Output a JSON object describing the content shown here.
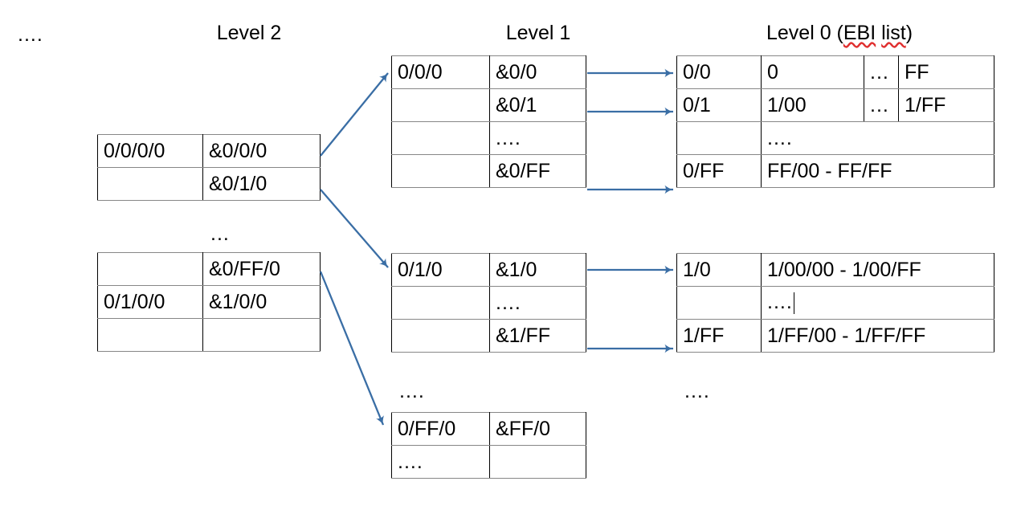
{
  "headings": {
    "left_ellipsis": "....",
    "level2": "Level 2",
    "level1": "Level 1",
    "level0": "Level 0 (EBI list)",
    "level0_prefix": "Level 0 (",
    "level0_spell1": "EBI",
    "level0_mid": " ",
    "level0_spell2": "list",
    "level0_suffix": ")"
  },
  "level2": {
    "table_a": {
      "rows": [
        {
          "key": "0/0/0/0",
          "ptr": "&0/0/0"
        },
        {
          "key": "",
          "ptr": "&0/1/0"
        }
      ]
    },
    "between_ellipsis": "...",
    "table_b": {
      "rows": [
        {
          "key": "",
          "ptr": "&0/FF/0"
        },
        {
          "key": "0/1/0/0",
          "ptr": "&1/0/0"
        },
        {
          "key": "",
          "ptr": ""
        }
      ]
    }
  },
  "level1": {
    "table_a": {
      "rows": [
        {
          "key": "0/0/0",
          "ptr": "&0/0"
        },
        {
          "key": "",
          "ptr": "&0/1"
        },
        {
          "key": "",
          "ptr": "...."
        },
        {
          "key": "",
          "ptr": "&0/FF"
        }
      ]
    },
    "table_b": {
      "rows": [
        {
          "key": "0/1/0",
          "ptr": "&1/0"
        },
        {
          "key": "",
          "ptr": "...."
        },
        {
          "key": "",
          "ptr": "&1/FF"
        }
      ]
    },
    "below_ellipsis": "....",
    "table_c": {
      "rows": [
        {
          "key": "0/FF/0",
          "ptr": "&FF/0"
        },
        {
          "key": "....",
          "ptr": ""
        }
      ]
    }
  },
  "level0": {
    "table_a": {
      "rows": [
        {
          "key": "0/0",
          "start": "0",
          "mid": "...",
          "end": "FF",
          "split": true
        },
        {
          "key": "0/1",
          "start": "1/00",
          "mid": "...",
          "end": "1/FF",
          "split": true
        },
        {
          "key": "",
          "span": "....",
          "split": false
        },
        {
          "key": "0/FF",
          "span": "FF/00 - FF/FF",
          "split": false
        }
      ]
    },
    "table_b": {
      "rows": [
        {
          "key": "1/0",
          "span": "1/00/00 - 1/00/FF",
          "caret": false
        },
        {
          "key": "",
          "span": "....",
          "caret": true
        },
        {
          "key": "1/FF",
          "span": "1/FF/00 - 1/FF/FF",
          "caret": false
        }
      ]
    },
    "below_ellipsis": "...."
  },
  "colors": {
    "arrow": "#3A6EA5",
    "table_border_vertical": "#000000",
    "table_border_horizontal": "#878787",
    "spellcheck": "#e03030",
    "text": "#000000",
    "background": "#ffffff"
  }
}
